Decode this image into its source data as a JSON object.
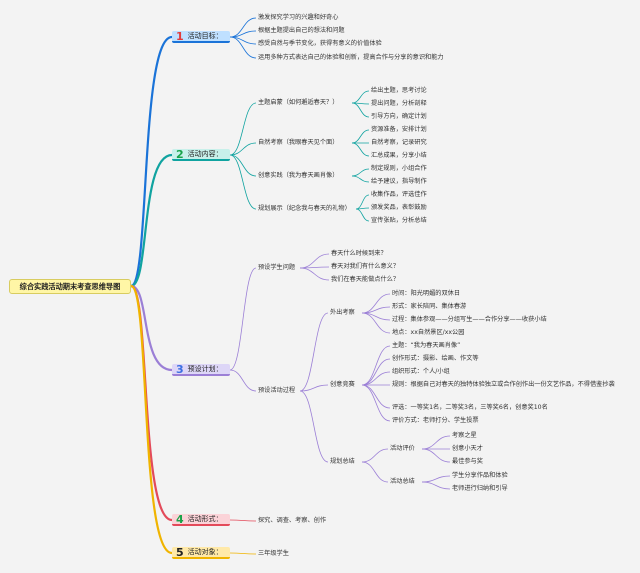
{
  "root": "综合实践活动期末考查思维导图",
  "colors": {
    "b1": "#1a73d8",
    "b2": "#10a3a0",
    "b3": "#9b7fd6",
    "b4": "#e34a5a",
    "b5": "#f0b400",
    "box1": "#bfe0ff",
    "box2": "#c8f0ea",
    "box3": "#ddd6f7",
    "box4": "#fbd3d8",
    "box5": "#ffe9a8",
    "n1": "#e23b3b",
    "n2": "#1aa34a",
    "n3": "#3b6fe2",
    "n4": "#1aa34a",
    "n5": "#222222"
  },
  "branches": [
    {
      "num": "1",
      "label": "活动目标：",
      "leaves": [
        "激发探究学习的兴趣和好奇心",
        "根据主题提出自己的想法和问题",
        "感受自然与季节变化，获得有意义的价值体验",
        "运用多种方式表达自己的体验和创新，提高合作与分享的意识和能力"
      ]
    },
    {
      "num": "2",
      "label": "活动内容：",
      "subs": [
        {
          "label": "主题启蒙（如何邂逅春天？）",
          "leaves": [
            "给出主题，思考讨论",
            "提出问题，分析剖释",
            "引导方向，确定计划"
          ]
        },
        {
          "label": "自然考察（我眼春天见个面）",
          "leaves": [
            "资源准备，安排计划",
            "自然考察，记录研究",
            "汇总成果，分享小结"
          ]
        },
        {
          "label": "创意实践（我为春天画肖像）",
          "leaves": [
            "制定规则，小组合作",
            "给予建议，指导制作"
          ]
        },
        {
          "label": "规划展示（纪念我与春天的礼物）",
          "leaves": [
            "收集作品，评选佳作",
            "颁发奖品，表彰鼓励",
            "宣传张贴，分析总结"
          ]
        }
      ]
    },
    {
      "num": "3",
      "label": "预设计划：",
      "subs": [
        {
          "label": "预设学生问题",
          "leaves": [
            "春天什么时候到来？",
            "春天对我们有什么意义？",
            "我们在春天能做点什么？"
          ]
        },
        {
          "label": "预设活动过程",
          "groups": [
            {
              "label": "外出考察",
              "leaves": [
                "时间：阳光明媚的双休日",
                "形式：家长陪同、集体春游",
                "过程：集体参观——分组写生——合作分享——收获小结",
                "地点：xx自然景区/xx公园"
              ]
            },
            {
              "label": "创意竞赛",
              "leaves": [
                "主题：“我为春天画肖像”",
                "创作形式：摄影、绘画、作文等",
                "组织形式：个人/小组",
                "规则：根据自己对春天的独特体验独立或合作创作出一份文艺作品，不得借鉴抄袭",
                "评选：一等奖1名，二等奖3名，三等奖6名，创意奖10名",
                "评价方式：老师打分、学生投票"
              ]
            },
            {
              "label": "规划总结",
              "subs": [
                {
                  "label": "活动评价",
                  "leaves": [
                    "考察之星",
                    "创意小天才",
                    "最佳参与奖"
                  ]
                },
                {
                  "label": "活动总结",
                  "leaves": [
                    "学生分享作品和体验",
                    "老师进行归纳和引导"
                  ]
                }
              ]
            }
          ]
        }
      ]
    },
    {
      "num": "4",
      "label": "活动形式：",
      "leaves": [
        "探究、调查、考察、创作"
      ]
    },
    {
      "num": "5",
      "label": "活动对象：",
      "leaves": [
        "三年级学生"
      ]
    }
  ]
}
